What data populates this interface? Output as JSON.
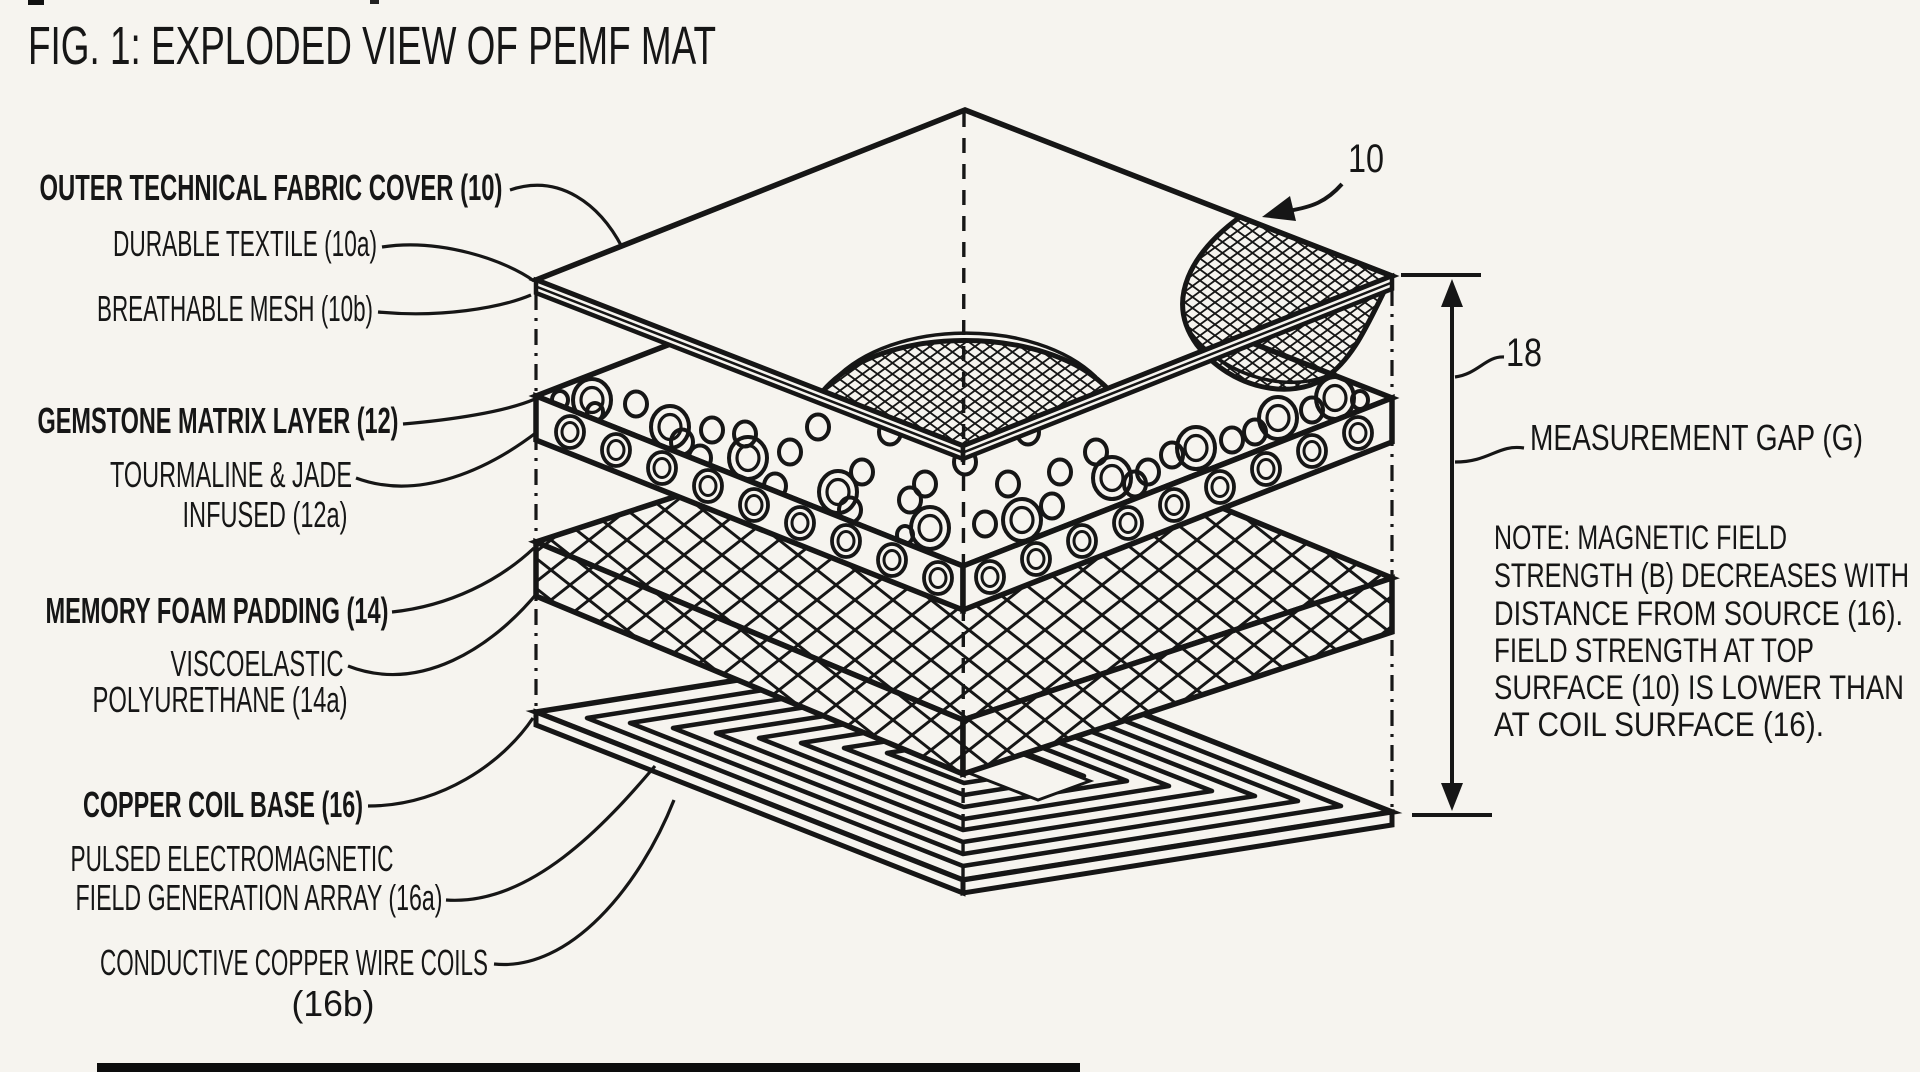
{
  "title": "FIG. 1: EXPLODED VIEW OF PEMF MAT",
  "labels": {
    "fabric": {
      "main": "OUTER TECHNICAL FABRIC COVER (10)",
      "sub1": "DURABLE TEXTILE (10a)",
      "sub2": "BREATHABLE MESH (10b)"
    },
    "gemstone": {
      "main": "GEMSTONE MATRIX LAYER (12)",
      "sub1": "TOURMALINE & JADE",
      "sub2": "INFUSED (12a)"
    },
    "foam": {
      "main": "MEMORY FOAM PADDING (14)",
      "sub1": "VISCOELASTIC",
      "sub2": "POLYURETHANE (14a)"
    },
    "coil": {
      "main": "COPPER COIL BASE (16)",
      "sub1": "PULSED ELECTROMAGNETIC",
      "sub2": "FIELD GENERATION ARRAY (16a)",
      "sub3": "CONDUCTIVE COPPER WIRE COILS",
      "sub4": "(16b)"
    }
  },
  "callouts": {
    "ref10": "10",
    "ref18": "18",
    "gap": "MEASUREMENT GAP (G)"
  },
  "note": {
    "line1": "NOTE: MAGNETIC FIELD",
    "line2": "STRENGTH (B) DECREASES WITH",
    "line3": "DISTANCE FROM SOURCE (16).",
    "line4": "FIELD STRENGTH AT TOP",
    "line5": "SURFACE (10) IS LOWER THAN",
    "line6": "AT COIL SURFACE (16)."
  },
  "colors": {
    "ink": "#161616",
    "paper": "#f6f4ef"
  }
}
